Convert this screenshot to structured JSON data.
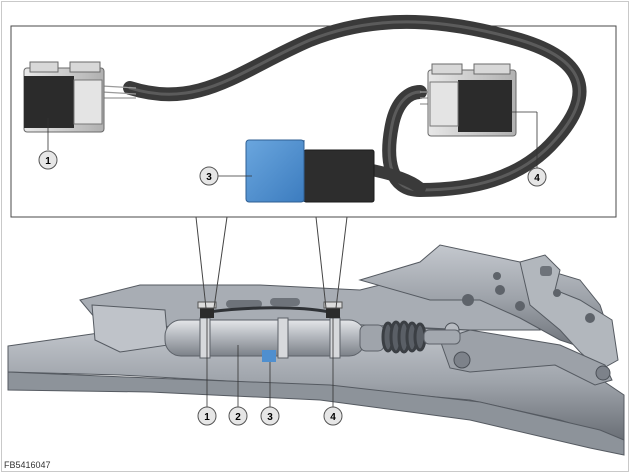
{
  "figure": {
    "id_label": "FB5416047"
  },
  "callouts": {
    "detail_1": "1",
    "detail_3": "3",
    "detail_4": "4",
    "main_1": "1",
    "main_2": "2",
    "main_3": "3",
    "main_4": "4"
  },
  "colors": {
    "highlight": "#4f8fcf",
    "cable": "#3a3a3a",
    "connector": "#2b2b2b",
    "metal": "#9aa0a8",
    "metal_dark": "#6d737b",
    "cylinder": "#b8bcc2",
    "callout_fill": "#e6e6e6"
  }
}
